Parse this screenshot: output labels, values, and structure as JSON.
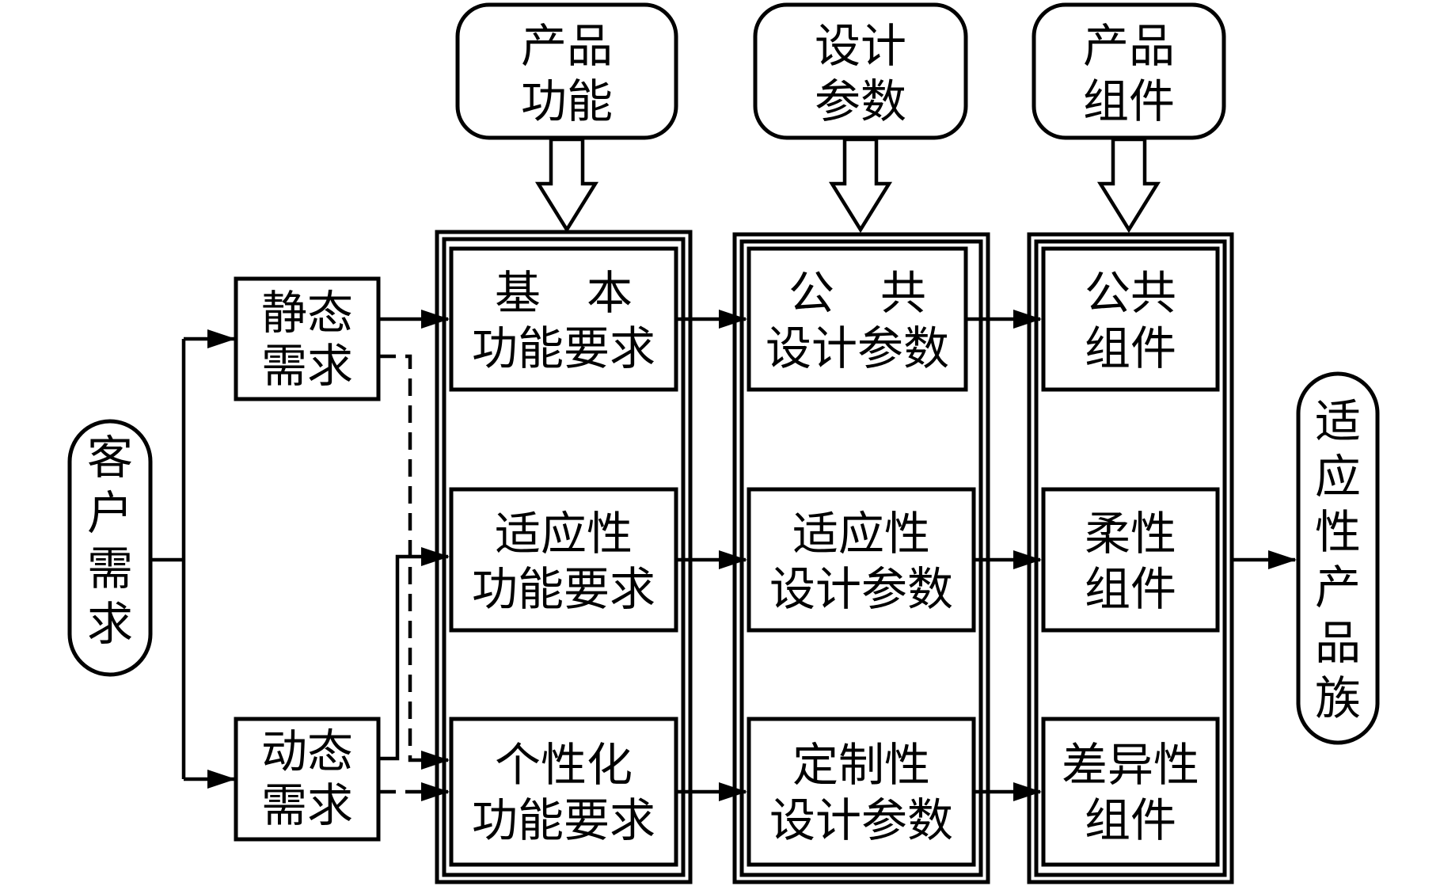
{
  "customer": {
    "label": [
      "客",
      "户",
      "需",
      "求"
    ]
  },
  "static_req": {
    "line1": "静态",
    "line2": "需求"
  },
  "dynamic_req": {
    "line1": "动态",
    "line2": "需求"
  },
  "headers": {
    "function": {
      "line1": "产品",
      "line2": "功能"
    },
    "design": {
      "line1": "设计",
      "line2": "参数"
    },
    "component": {
      "line1": "产品",
      "line2": "组件"
    }
  },
  "function_col": [
    {
      "line1": "基　本",
      "line2": "功能要求"
    },
    {
      "line1": "适应性",
      "line2": "功能要求"
    },
    {
      "line1": "个性化",
      "line2": "功能要求"
    }
  ],
  "design_col": [
    {
      "line1": "公　共",
      "line2": "设计参数"
    },
    {
      "line1": "适应性",
      "line2": "设计参数"
    },
    {
      "line1": "定制性",
      "line2": "设计参数"
    }
  ],
  "component_col": [
    {
      "line1": "公共",
      "line2": "组件"
    },
    {
      "line1": "柔性",
      "line2": "组件"
    },
    {
      "line1": "差异性",
      "line2": "组件"
    }
  ],
  "output": {
    "label": [
      "适",
      "应",
      "性",
      "产",
      "品",
      "族"
    ]
  }
}
